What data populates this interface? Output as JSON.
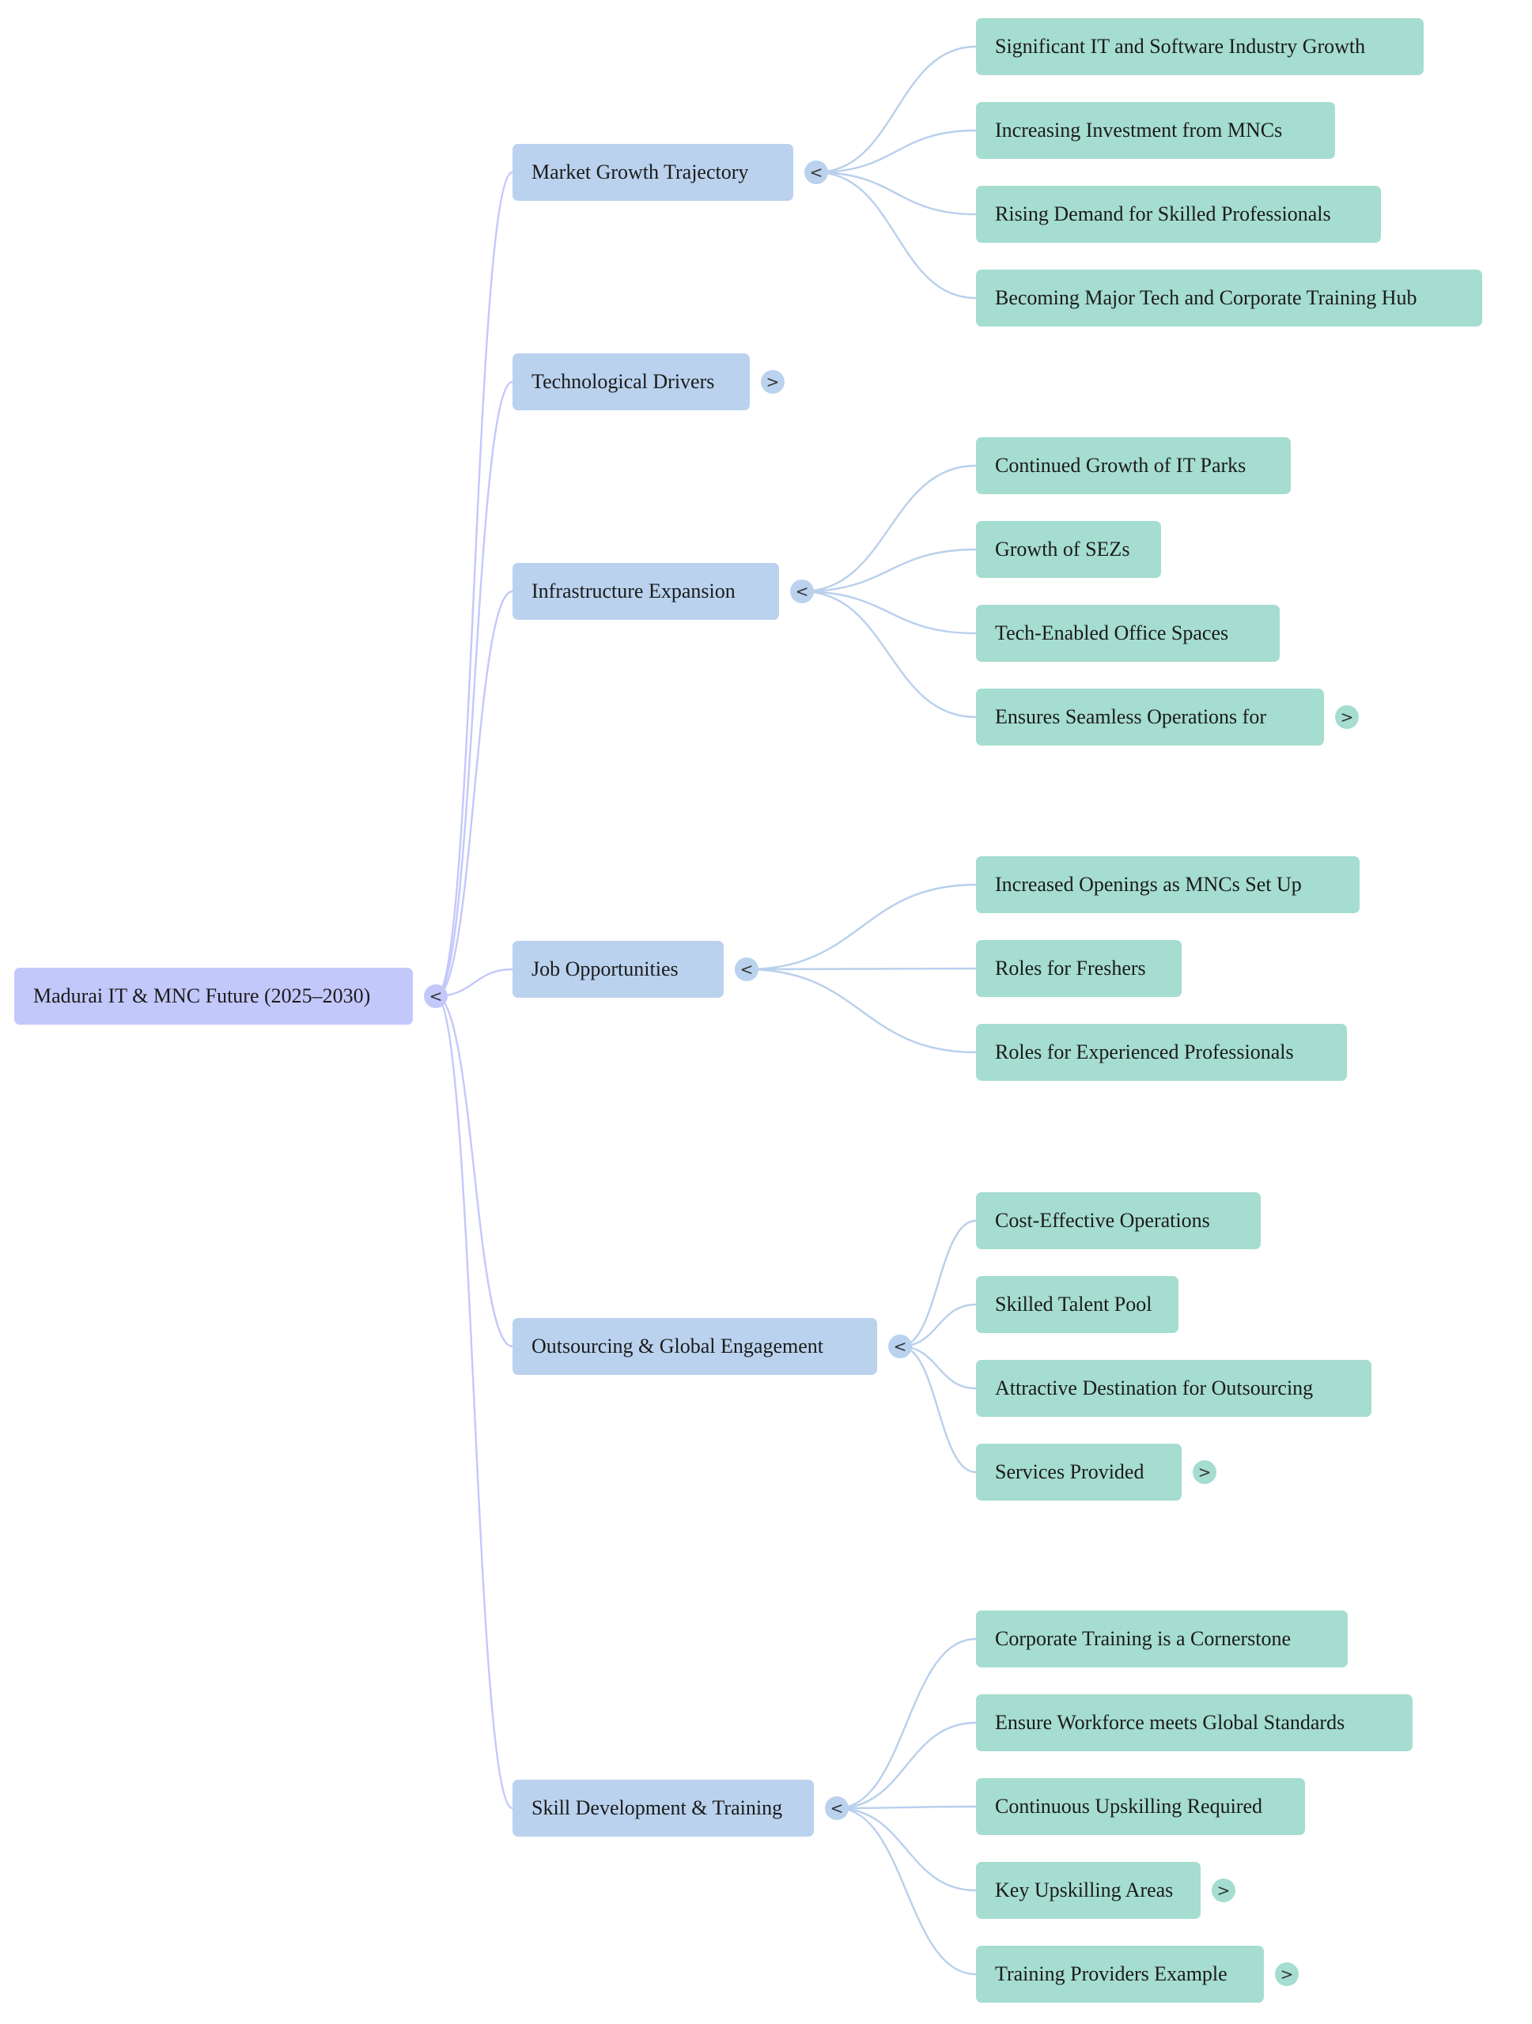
{
  "mindmap": {
    "root": {
      "label": "Madurai IT & MNC Future (2025–2030)",
      "toggle": "<"
    },
    "branches": [
      {
        "label": "Market Growth Trajectory",
        "toggle": "<",
        "children": [
          {
            "label": "Significant IT and Software Industry Growth"
          },
          {
            "label": "Increasing Investment from MNCs"
          },
          {
            "label": "Rising Demand for Skilled Professionals"
          },
          {
            "label": "Becoming Major Tech and Corporate Training Hub"
          }
        ]
      },
      {
        "label": "Technological Drivers",
        "toggle": ">",
        "children": []
      },
      {
        "label": "Infrastructure Expansion",
        "toggle": "<",
        "children": [
          {
            "label": "Continued Growth of IT Parks"
          },
          {
            "label": "Growth of SEZs"
          },
          {
            "label": "Tech-Enabled Office Spaces"
          },
          {
            "label": "Ensures Seamless Operations for",
            "toggle": ">"
          }
        ]
      },
      {
        "label": "Job Opportunities",
        "toggle": "<",
        "children": [
          {
            "label": "Increased Openings as MNCs Set Up"
          },
          {
            "label": "Roles for Freshers"
          },
          {
            "label": "Roles for Experienced Professionals"
          }
        ]
      },
      {
        "label": "Outsourcing & Global Engagement",
        "toggle": "<",
        "children": [
          {
            "label": "Cost-Effective Operations"
          },
          {
            "label": "Skilled Talent Pool"
          },
          {
            "label": "Attractive Destination for Outsourcing"
          },
          {
            "label": "Services Provided",
            "toggle": ">"
          }
        ]
      },
      {
        "label": "Skill Development & Training",
        "toggle": "<",
        "children": [
          {
            "label": "Corporate Training is a Cornerstone"
          },
          {
            "label": "Ensure Workforce meets Global Standards"
          },
          {
            "label": "Continuous Upskilling Required"
          },
          {
            "label": "Key Upskilling Areas",
            "toggle": ">"
          },
          {
            "label": "Training Providers Example",
            "toggle": ">"
          }
        ]
      }
    ]
  },
  "colors": {
    "root_fill": "#c3c8fb",
    "branch_fill": "#bad2ee",
    "leaf_fill": "#a5ddd0",
    "root_link": "#c3c8fb",
    "branch_link": "#b8d0ec"
  }
}
